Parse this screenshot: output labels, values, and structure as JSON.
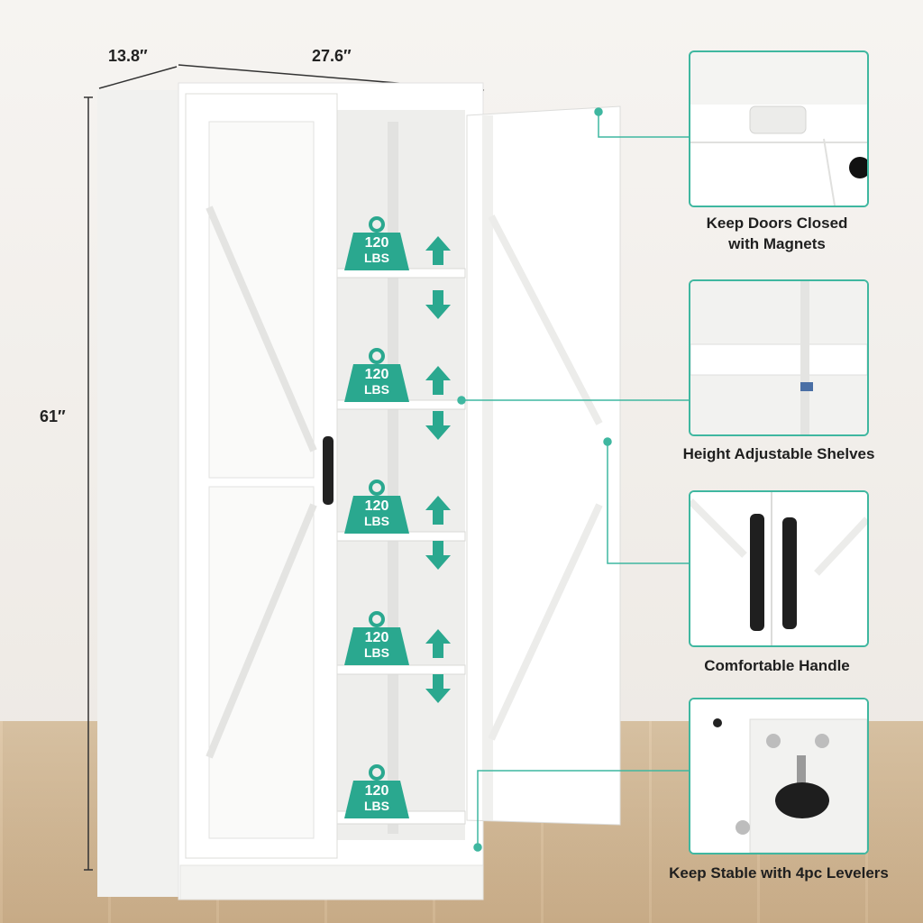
{
  "dimensions": {
    "depth": "13.8″",
    "width": "27.6″",
    "height": "61″"
  },
  "shelf_capacity": {
    "number": "120",
    "unit": "LBS",
    "count": 5
  },
  "features": [
    {
      "label_line1": "Keep Doors Closed",
      "label_line2": "with Magnets"
    },
    {
      "label_line1": "Height Adjustable Shelves",
      "label_line2": ""
    },
    {
      "label_line1": "Comfortable Handle",
      "label_line2": ""
    },
    {
      "label_line1": "Keep Stable with 4pc Levelers",
      "label_line2": ""
    }
  ],
  "colors": {
    "accent": "#2aa88f",
    "cabinet": "#ffffff",
    "handle": "#222222"
  }
}
